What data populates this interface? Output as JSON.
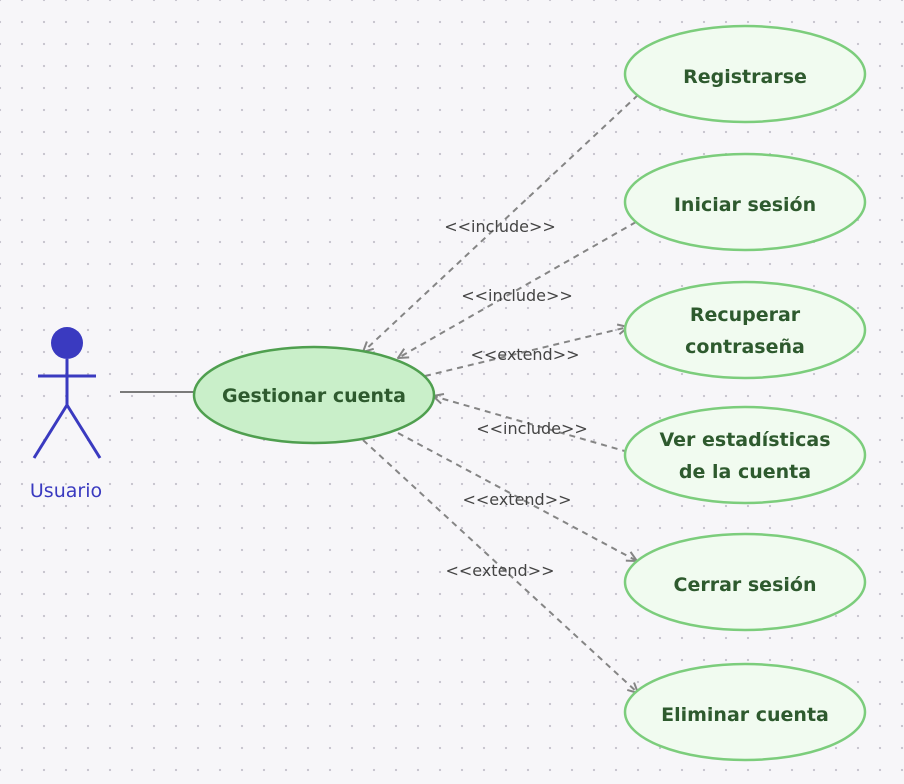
{
  "colors": {
    "usecase_fill": "#f1fbf0",
    "usecase_stroke": "#7ccd7c",
    "main_fill": "#c9efc9",
    "main_stroke": "#4f9f4f",
    "actor": "#3a3ac0",
    "link": "#858585"
  },
  "actor": {
    "name": "Usuario"
  },
  "main_usecase": {
    "label": "Gestionar cuenta"
  },
  "usecases": [
    {
      "id": "registrarse",
      "lines": [
        "Registrarse"
      ]
    },
    {
      "id": "iniciar-sesion",
      "lines": [
        "Iniciar sesión"
      ]
    },
    {
      "id": "recuperar-contrasena",
      "lines": [
        "Recuperar",
        "contraseña"
      ]
    },
    {
      "id": "ver-estadisticas",
      "lines": [
        "Ver estadísticas",
        "de la cuenta"
      ]
    },
    {
      "id": "cerrar-sesion",
      "lines": [
        "Cerrar sesión"
      ]
    },
    {
      "id": "eliminar-cuenta",
      "lines": [
        "Eliminar cuenta"
      ]
    }
  ],
  "relations": [
    {
      "from": "registrarse",
      "to": "main",
      "stereotype": "<<include>>"
    },
    {
      "from": "iniciar-sesion",
      "to": "main",
      "stereotype": "<<include>>"
    },
    {
      "from": "main",
      "to": "recuperar-contrasena",
      "stereotype": "<<extend>>"
    },
    {
      "from": "ver-estadisticas",
      "to": "main",
      "stereotype": "<<include>>"
    },
    {
      "from": "main",
      "to": "cerrar-sesion",
      "stereotype": "<<extend>>"
    },
    {
      "from": "main",
      "to": "eliminar-cuenta",
      "stereotype": "<<extend>>"
    }
  ]
}
